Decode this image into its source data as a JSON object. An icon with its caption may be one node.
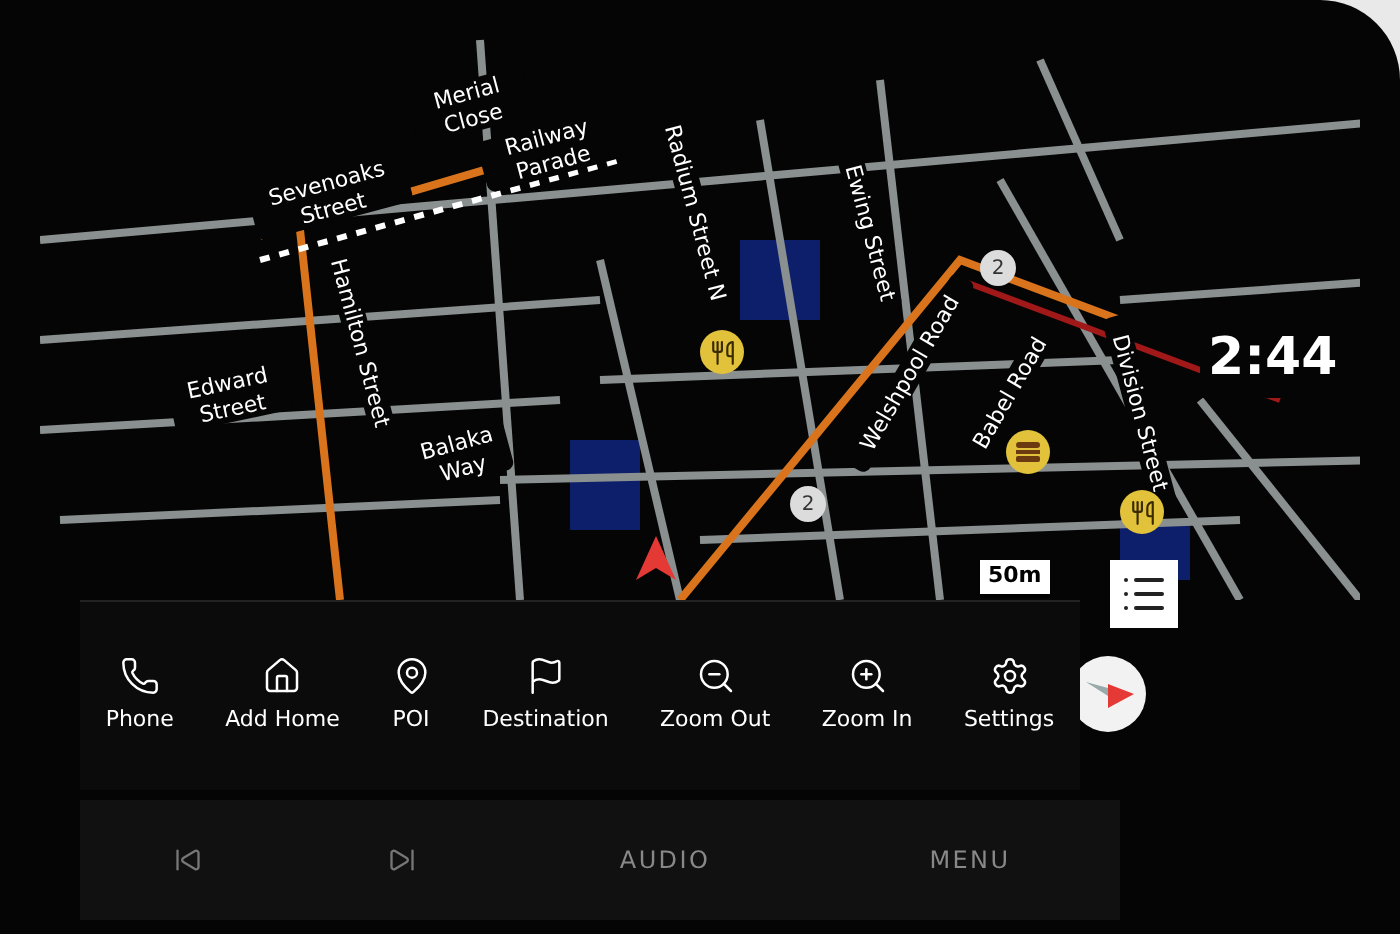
{
  "diagram": {
    "labels": [
      "Merial Close",
      "Sevenoaks Street",
      "Railway Parade",
      "Hamilton Street",
      "Edward Street",
      "Balaka Way",
      "Radium Street N",
      "Ewing Street",
      "Welshpool Road",
      "Babel Road",
      "Division Street",
      "2",
      "2",
      "2:44",
      "50m",
      "Phone",
      "Add Home",
      "POI",
      "Destination",
      "Zoom Out",
      "Zoom In",
      "Settings",
      "AUDIO",
      "MENU"
    ]
  }
}
